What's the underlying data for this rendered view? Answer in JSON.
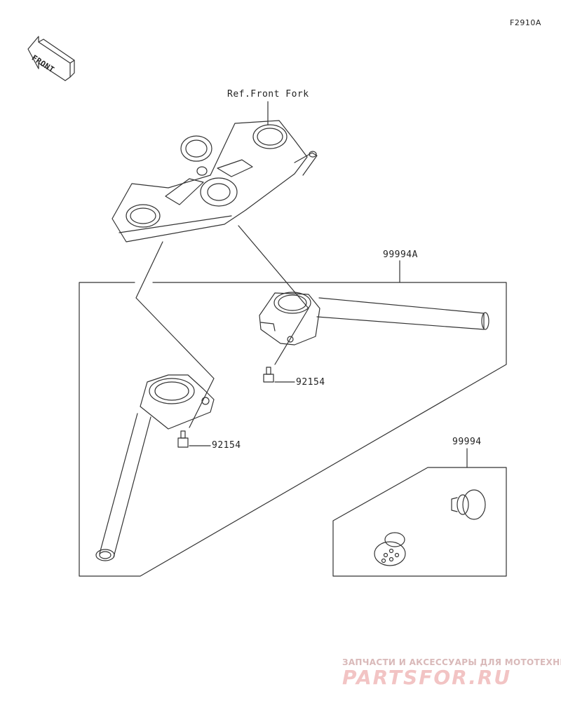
{
  "diagram": {
    "code": "F2910A",
    "front_label": "FRONT",
    "ref_label": "Ref.Front Fork",
    "labels": {
      "handlebar_kit": "99994A",
      "bolt_right": "92154",
      "bolt_left": "92154",
      "cap_kit": "99994"
    }
  },
  "watermark": {
    "tagline": "ЗАПЧАСТИ И АКСЕССУАРЫ ДЛЯ МОТОТЕХНИКИ",
    "brand": "PARTSFOR.RU"
  },
  "colors": {
    "line": "#333333",
    "watermark_text": "#d9b9b9",
    "watermark_logo": "#f2c4c4"
  }
}
